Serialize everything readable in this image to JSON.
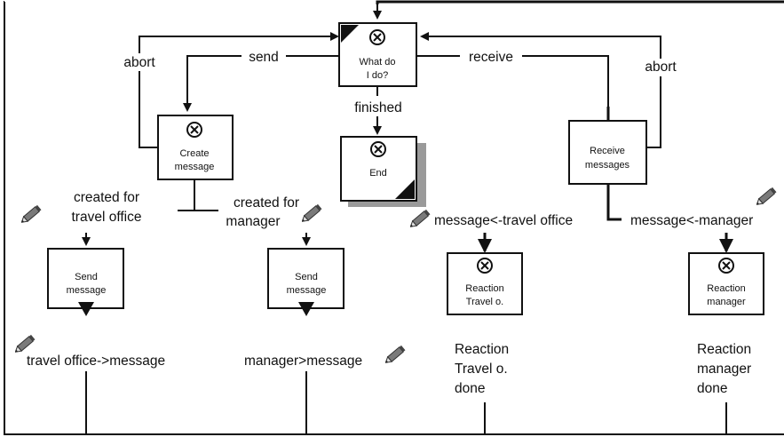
{
  "nodes": {
    "what_do_i_do": [
      "What do",
      "I do?"
    ],
    "end": [
      "End"
    ],
    "create_message": [
      "Create",
      "message"
    ],
    "receive_messages": [
      "Receive",
      "messages"
    ],
    "send_message_travel": [
      "Send",
      "message"
    ],
    "send_message_manager": [
      "Send",
      "message"
    ],
    "reaction_travel": [
      "Reaction",
      "Travel o."
    ],
    "reaction_manager": [
      "Reaction",
      "manager"
    ]
  },
  "labels": {
    "abort_left": "abort",
    "send": "send",
    "receive": "receive",
    "abort_right": "abort",
    "finished": "finished",
    "created_for_travel_office": [
      "created for",
      "travel office"
    ],
    "created_for_manager": [
      "created for",
      "manager"
    ],
    "message_travel_office": "message<-travel office",
    "message_manager": "message<-manager",
    "travel_office_message": "travel office->message",
    "manager_message": "manager>message",
    "reaction_travel_done": [
      "Reaction",
      "Travel o.",
      "done"
    ],
    "reaction_manager_done": [
      "Reaction",
      "manager",
      "done"
    ]
  },
  "icons": {
    "state_marker": "circled-x-icon",
    "edit": "pencil-icon"
  },
  "colors": {
    "line": "#111111",
    "shadow": "#9a9a9a",
    "pencil": "#7a7a7a"
  }
}
